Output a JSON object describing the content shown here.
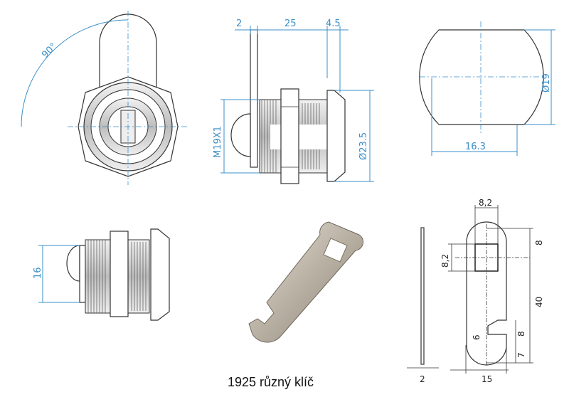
{
  "caption": "1925 různý klíč",
  "colors": {
    "dimension": "#3a8fc9",
    "outline": "#333333"
  },
  "front_view": {
    "angle_label": "90°"
  },
  "side_view": {
    "dim_plate": "2",
    "dim_length": "25",
    "dim_flange": "4.5",
    "dim_thread": "M19X1",
    "dim_diameter": "Ø23.5"
  },
  "cut_view": {
    "dim_width": "16.3",
    "dim_height": "Ø19"
  },
  "side_view_small": {
    "dim_height": "16"
  },
  "cam_drawing": {
    "dim_square_w": "8,2",
    "dim_square_h": "8,2",
    "dim_top": "8",
    "dim_length": "40",
    "dim_notch_w": "6",
    "dim_notch_h": "8",
    "dim_bottom": "7",
    "dim_width": "15",
    "dim_thickness": "2"
  }
}
